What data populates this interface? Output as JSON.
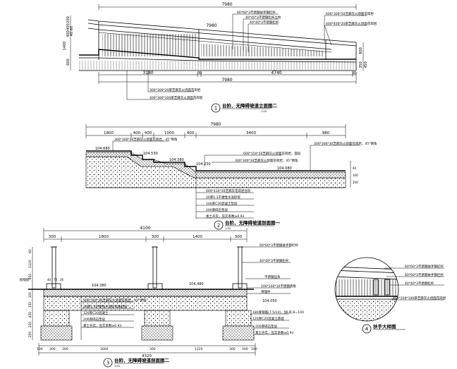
{
  "elevation_view": {
    "dims_top": {
      "overall": "7980",
      "rail_run": "7980"
    },
    "dims_left": [
      "200",
      "400",
      "400",
      "60",
      "40",
      "1400",
      "600"
    ],
    "dims_right": [
      "800",
      "450",
      "350"
    ],
    "dims_bottom": {
      "left": "3180",
      "gap1": "30",
      "right": "4740",
      "gap2": "30",
      "overall": "7980"
    },
    "callouts_right": [
      "60*60*3不锈钢扶手钢栏杆",
      "40*40*3不锈钢栏杆立柱",
      "40*40*3不锈钢栏杆",
      "600*300*50芝麻灰火烧面花岗岩",
      "400*400*20厚芝麻灰火烧面花岗岩"
    ],
    "callouts_left": [
      "300*300*20厚芝麻灰火烧面花岗岩",
      "400*300*100厚芝麻灰火烧面花岗岩"
    ],
    "title_no": "1",
    "title": "台阶、无障碍坡道立面图二",
    "scale": "1:50"
  },
  "section_a": {
    "dims_top": [
      "1800",
      "400",
      "400",
      "1000",
      "400",
      "3400",
      "980"
    ],
    "overall": "7980",
    "elevations": [
      "104.680",
      "104.530",
      "104.380",
      "104.230",
      "104.080"
    ],
    "callouts_top": [
      "300*300*30芝麻灰火烧面花岗岩，45°倒角",
      "600*150*20芝麻灰火烧面花岗岩，面层",
      "300*300*30芝麻灰火烧面花岗岩，45°倒角",
      "300*300*30芝麻灰火烧面花岗岩，45°倒角"
    ],
    "layers": [
      "600*410*30芝麻灰花岗岩台阶",
      "20厚1:3干硬性水泥砂浆",
      "100厚C20混凝土垫层",
      "200厚碎石垫层",
      "素土夯实，压实系数≥0.93"
    ],
    "title_no": "2",
    "title": "台阶、无障碍坡道剖面图一",
    "scale": "1:50"
  },
  "section_b": {
    "dims_top": [
      "300",
      "1800",
      "300",
      "1400",
      "300"
    ],
    "overall": "4100",
    "dims_left": [
      "60",
      "1100",
      "850",
      "100",
      "150",
      "450",
      "200",
      "200"
    ],
    "elevations": [
      "104.380",
      "104.480",
      "104.050"
    ],
    "left_label": "嵌缝胶",
    "sub_dims": [
      "40",
      "70",
      "26"
    ],
    "callouts_right": [
      "60*60*3不锈钢扶手钢栏杆",
      "40*40*3不锈钢栏杆",
      "不锈钢压条",
      "100*100*10不锈钢底板",
      "预埋件"
    ],
    "layers": [
      "300*300*30芝麻灰火烧面花岗岩，45°倒角",
      "30厚1:3干硬性水泥砂浆粘结层",
      "120厚C20混凝土",
      "200厚碎石垫层",
      "素土夯实，压实系数≥0.93"
    ],
    "layers_right": [
      "180厚钢筋(7.5/14)，加L形,B=100",
      "120厚C20混凝土基础",
      "200厚碎石垫层",
      "素土夯实，压实系数≥0.93"
    ],
    "dims_bottom": [
      "100",
      "300",
      "300",
      "1600",
      "300",
      "1220",
      "300",
      "300",
      "100"
    ],
    "overall_bottom": "4320",
    "title_no": "3",
    "title": "台阶、无障碍坡道剖面图二",
    "scale": "1:50"
  },
  "detail": {
    "callouts": [
      "60*60*3不锈钢扶手钢栏杆",
      "60*60*3不锈钢扶手钢栏杆",
      "40*40*3不锈钢栏杆",
      "400*200*100厚芝麻灰火烧面花岗岩"
    ],
    "title_no": "4",
    "title": "扶手大样图"
  }
}
